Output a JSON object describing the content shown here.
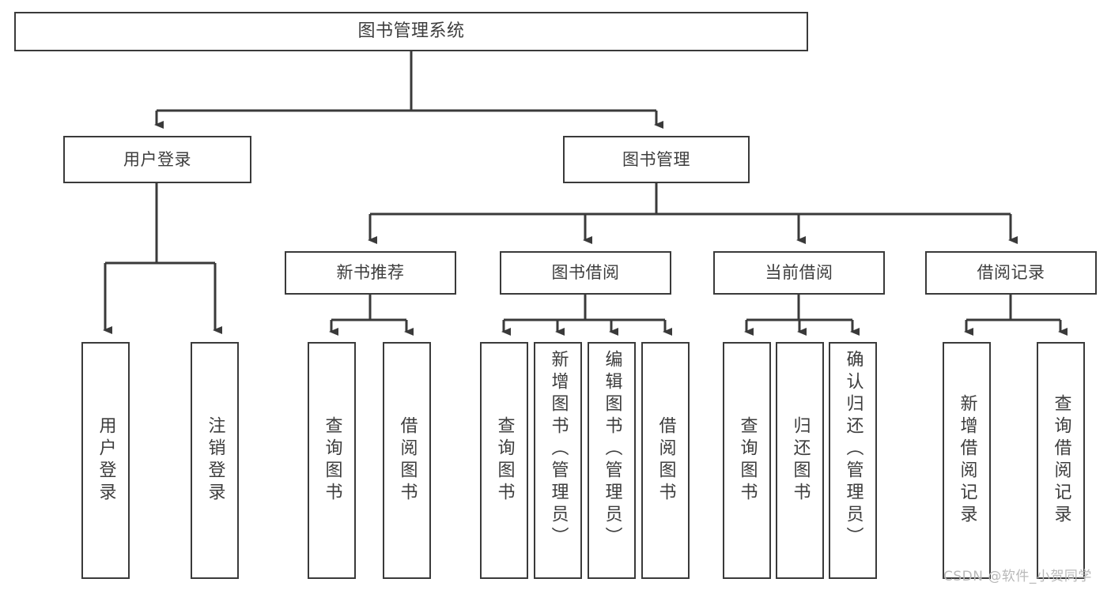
{
  "diagram": {
    "type": "tree-hierarchy-diagram",
    "title": "图书管理系统",
    "orientation": "top-down",
    "colors": {
      "box_border": "#3a3a3a",
      "box_fill": "#ffffff",
      "connector": "#3a3a3a",
      "text": "#3d3d3d",
      "watermark": "#b9b9b9",
      "background": "#ffffff"
    },
    "root": {
      "label": "图书管理系统",
      "children": [
        {
          "label": "用户登录",
          "children": [
            {
              "label": "用户登录"
            },
            {
              "label": "注销登录"
            }
          ]
        },
        {
          "label": "图书管理",
          "children": [
            {
              "label": "新书推荐",
              "children": [
                {
                  "label": "查询图书"
                },
                {
                  "label": "借阅图书"
                }
              ]
            },
            {
              "label": "图书借阅",
              "children": [
                {
                  "label": "查询图书"
                },
                {
                  "label": "新增图书（管理员）"
                },
                {
                  "label": "编辑图书（管理员）"
                },
                {
                  "label": "借阅图书"
                }
              ]
            },
            {
              "label": "当前借阅",
              "children": [
                {
                  "label": "查询图书"
                },
                {
                  "label": "归还图书"
                },
                {
                  "label": "确认归还（管理员）"
                }
              ]
            },
            {
              "label": "借阅记录",
              "children": [
                {
                  "label": "新增借阅记录"
                },
                {
                  "label": "查询借阅记录"
                }
              ]
            }
          ]
        }
      ]
    }
  },
  "watermark": {
    "text": "CSDN @软件_小贺同学"
  }
}
